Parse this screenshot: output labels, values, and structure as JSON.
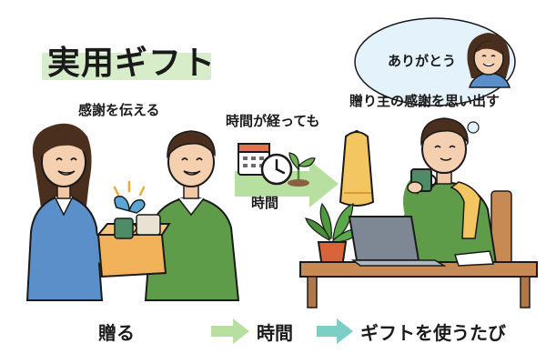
{
  "title": "実用ギフト",
  "labels": {
    "convey_gratitude": "感謝を伝える",
    "even_as_time_passes": "時間が経っても",
    "time": "時間",
    "thank_you": "ありがとう",
    "remember_giver": "贈り主の感謝を思い出す"
  },
  "flow": {
    "step1": "贈る",
    "step2": "時間",
    "step3": "ギフトを使うたび"
  },
  "colors": {
    "title_band": "#d7ecc9",
    "arrow_green": "#b7dfa0",
    "arrow_teal": "#7ccfc4",
    "woman_blouse": "#5b8fc9",
    "man_sweater": "#5f9c4a",
    "gift_box": "#f2b25a",
    "ribbon": "#5aa7d6",
    "towel": "#f3c662",
    "desk": "#c88a55",
    "mug": "#4e8c68"
  }
}
